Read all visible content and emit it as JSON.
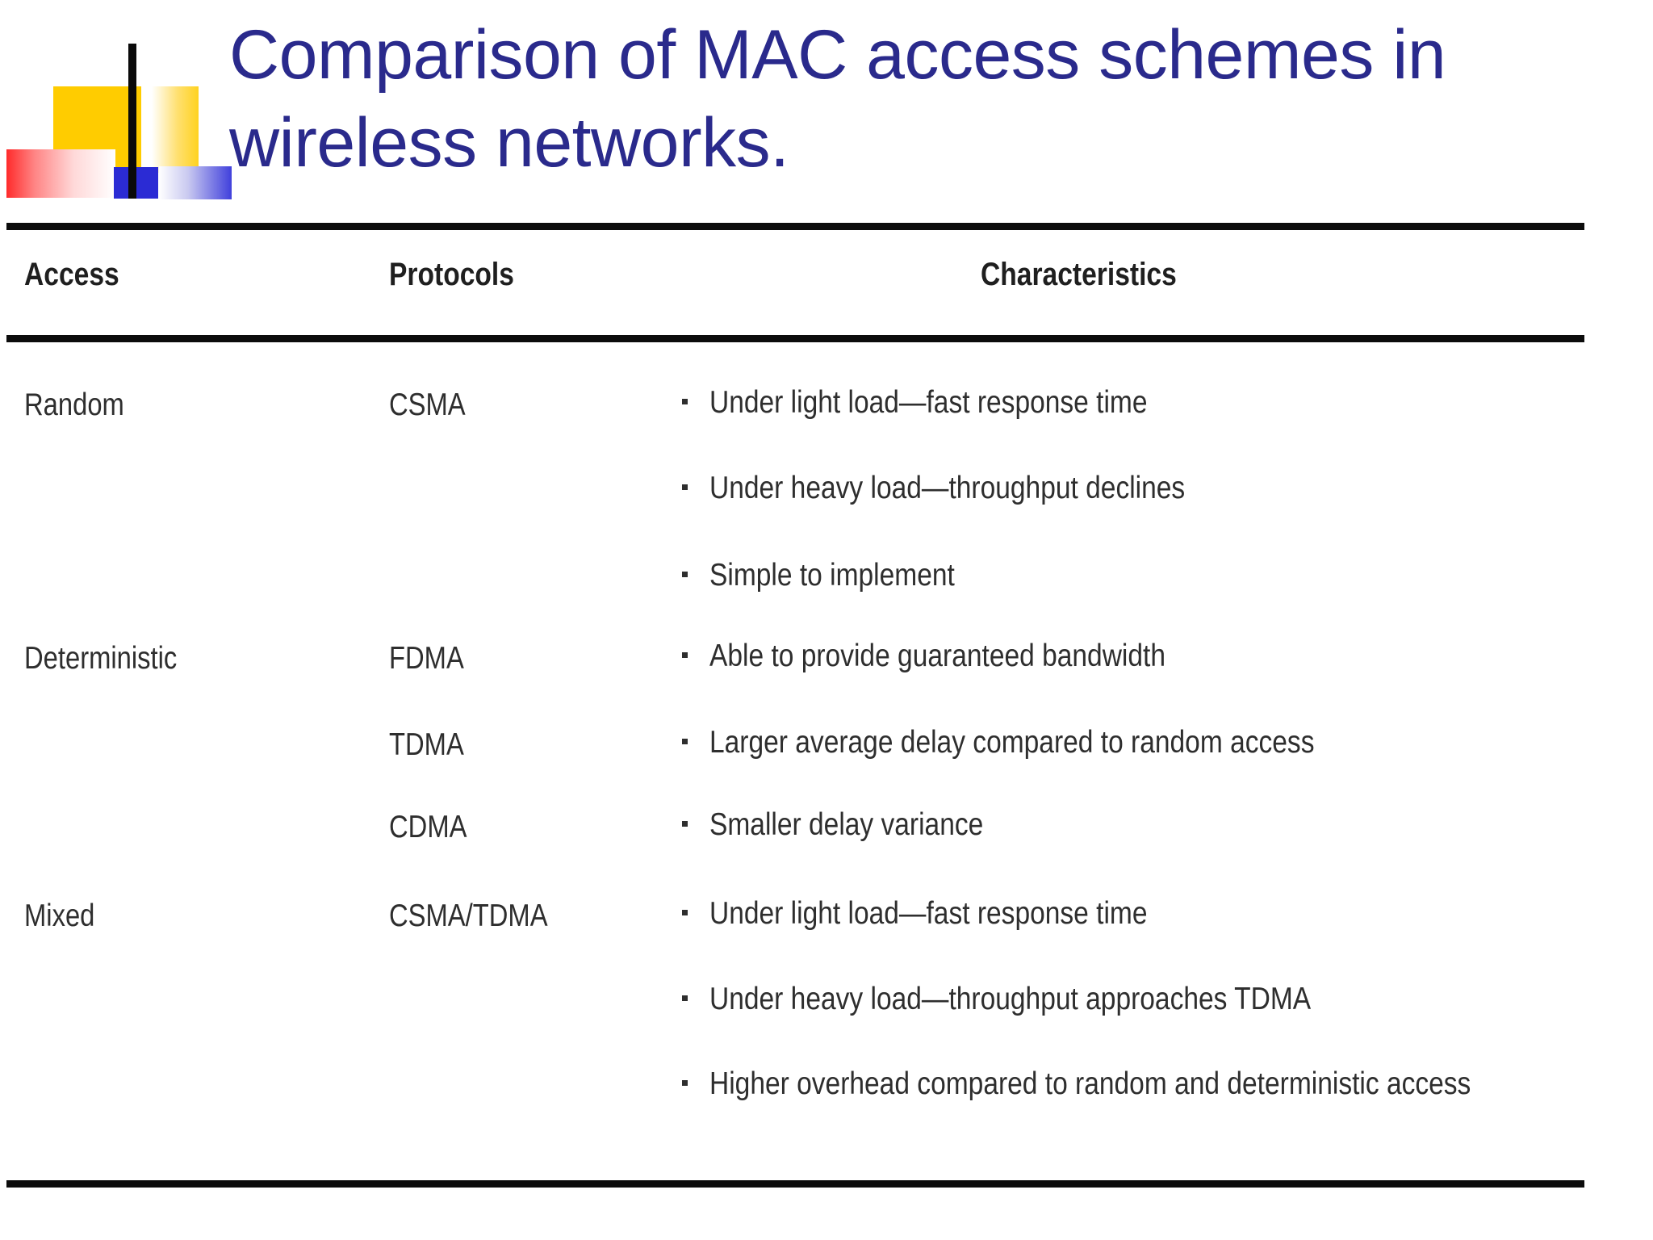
{
  "slide": {
    "title": "Comparison of MAC access schemes in\nwireless networks.",
    "title_color": "#2A2A8C",
    "background": "#FFFFFF"
  },
  "logo": {
    "name": "powerpoint-design-mark",
    "shapes": [
      "yellow-square",
      "yellow-gradient-square",
      "red-gradient-bar",
      "blue-square",
      "blue-gradient-bar",
      "black-vertical-bar"
    ],
    "colors": {
      "yellow": "#FFCC00",
      "red": "#FF2B2B",
      "blue": "#2B2BD4",
      "black": "#0A0A0A"
    }
  },
  "table": {
    "headers": {
      "access": "Access",
      "protocols": "Protocols",
      "characteristics": "Characteristics"
    },
    "rows": [
      {
        "access": "Random",
        "protocols": [
          "CSMA"
        ],
        "characteristics": [
          "Under light load—fast response time",
          "Under heavy load—throughput declines",
          "Simple to implement"
        ]
      },
      {
        "access": "Deterministic",
        "protocols": [
          "FDMA",
          "TDMA",
          "CDMA"
        ],
        "characteristics": [
          "Able to provide guaranteed bandwidth",
          "Larger average delay compared to random access",
          "Smaller delay variance"
        ]
      },
      {
        "access": "Mixed",
        "protocols": [
          "CSMA/TDMA"
        ],
        "characteristics": [
          "Under light load—fast response time",
          "Under heavy load—throughput approaches TDMA",
          "Higher overhead compared to random and deterministic access"
        ]
      }
    ]
  }
}
